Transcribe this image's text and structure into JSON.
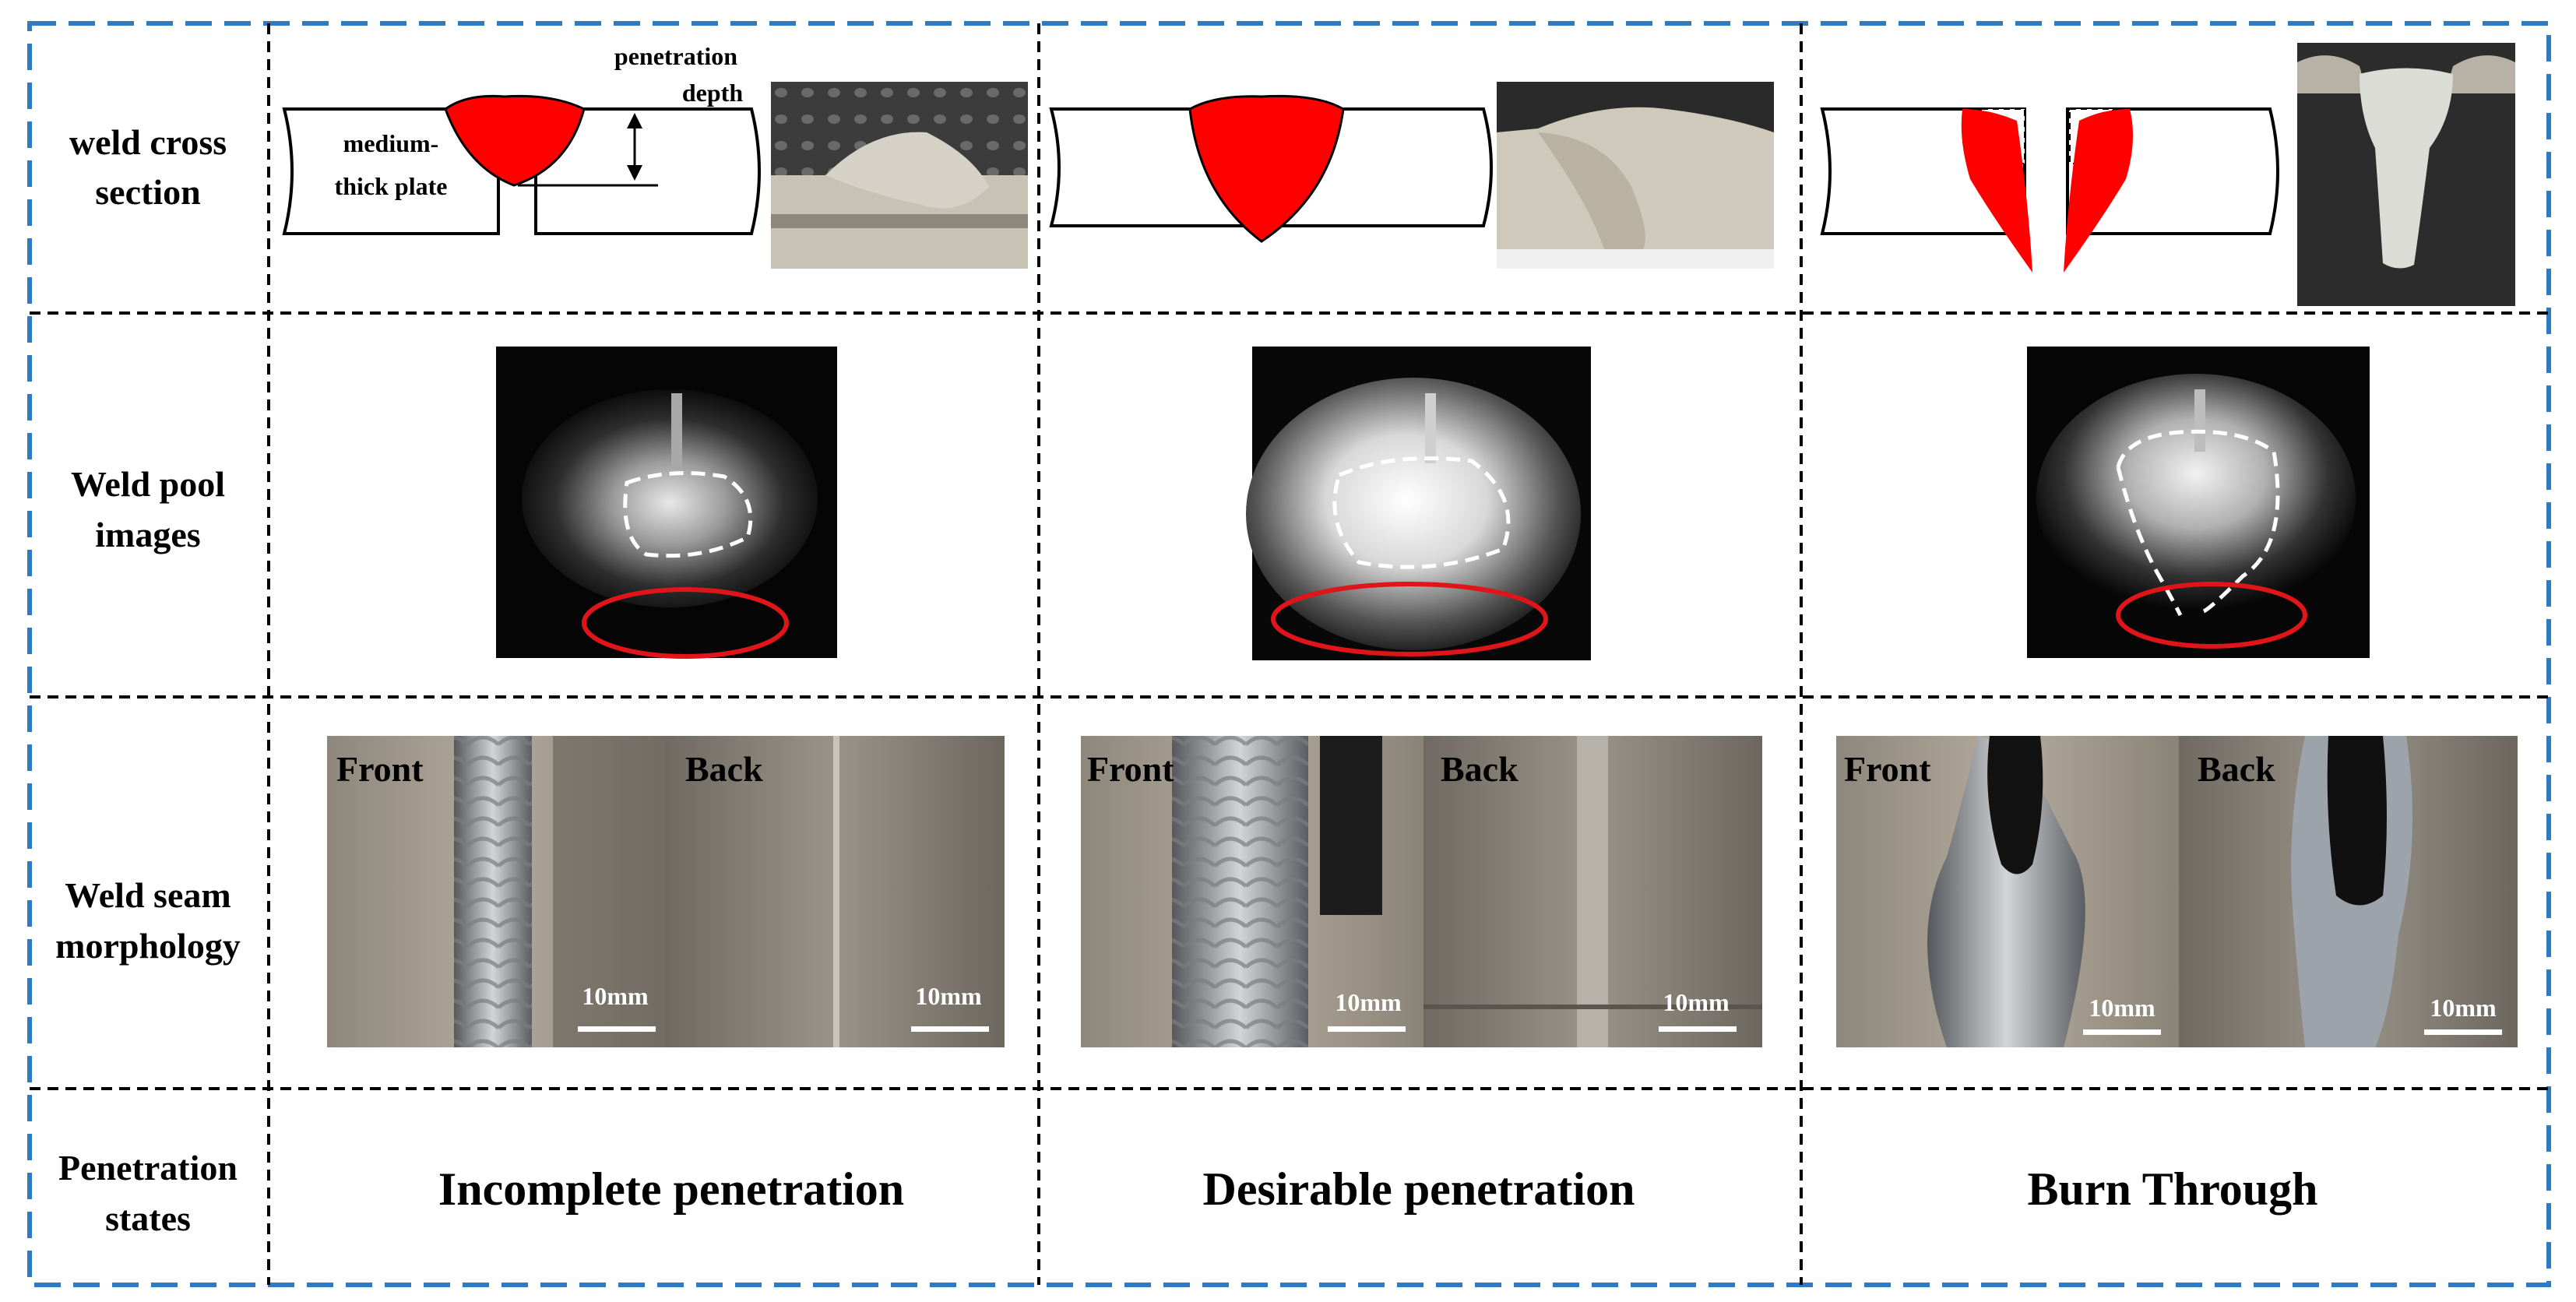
{
  "colors": {
    "outer_border": "#2e7bc4",
    "grid_lines": "#000000",
    "weld": "#ff0000",
    "ellipse": "#e0151a",
    "dashed_contour": "#ffffff"
  },
  "row_labels": {
    "cross_section": [
      "weld cross",
      "section"
    ],
    "pool_images": [
      "Weld pool",
      "images"
    ],
    "seam_morphology": [
      "Weld seam",
      "morphology"
    ],
    "penetration_states": [
      "Penetration",
      "states"
    ]
  },
  "annotations": {
    "penetration_depth": [
      "penetration",
      "depth"
    ],
    "plate": [
      "medium-",
      "thick plate"
    ]
  },
  "seam_labels": {
    "front": "Front",
    "back": "Back",
    "scale": "10mm"
  },
  "states": {
    "incomplete": "Incomplete penetration",
    "desirable": "Desirable penetration",
    "burn_through": "Burn Through"
  }
}
